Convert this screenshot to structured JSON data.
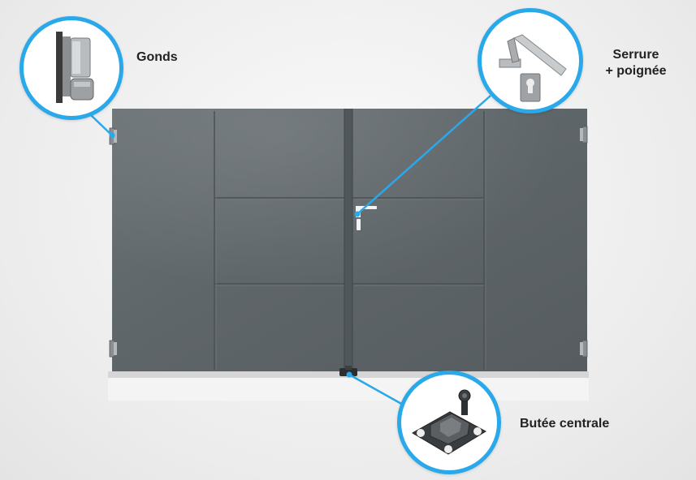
{
  "labels": {
    "gonds": "Gonds",
    "serrure_line1": "Serrure",
    "serrure_line2": "+ poignée",
    "butee": "Butée centrale"
  },
  "colors": {
    "accent": "#29a8ea",
    "gate": "#5d6468",
    "background": "#ececec"
  },
  "icons": {
    "hinge": "hinge-icon",
    "lock": "lock-handle-icon",
    "stop": "center-stop-icon"
  }
}
